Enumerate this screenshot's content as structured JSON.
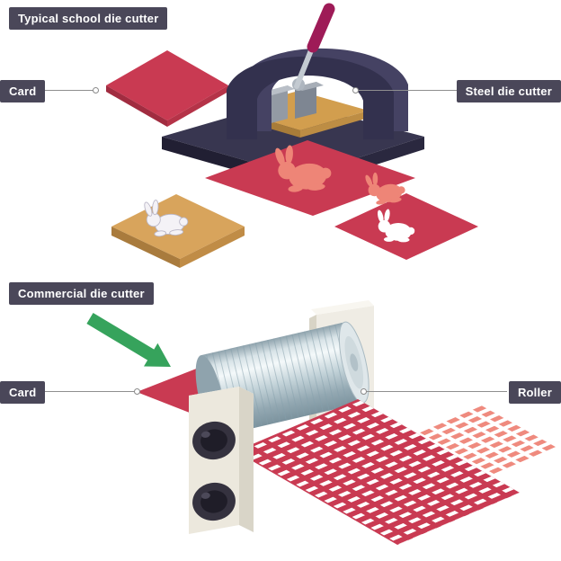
{
  "sections": {
    "school": {
      "title": "Typical school die cutter",
      "labels": {
        "card": "Card",
        "steel_die_cutter": "Steel die cutter"
      }
    },
    "commercial": {
      "title": "Commercial die cutter",
      "labels": {
        "card": "Card",
        "roller": "Roller"
      }
    }
  },
  "colors": {
    "badge": "#4a4759",
    "connector": "#8f8f8f",
    "card_red": "#c93a52",
    "cut_salmon": "#ee8577",
    "wood_tan": "#d8a45c",
    "machine_navy": "#33314e",
    "handle_magenta": "#9e1b57",
    "roller_steel": "#c2d2d8",
    "plate_cream": "#ece8dd",
    "arrow_green": "#36a35c"
  }
}
